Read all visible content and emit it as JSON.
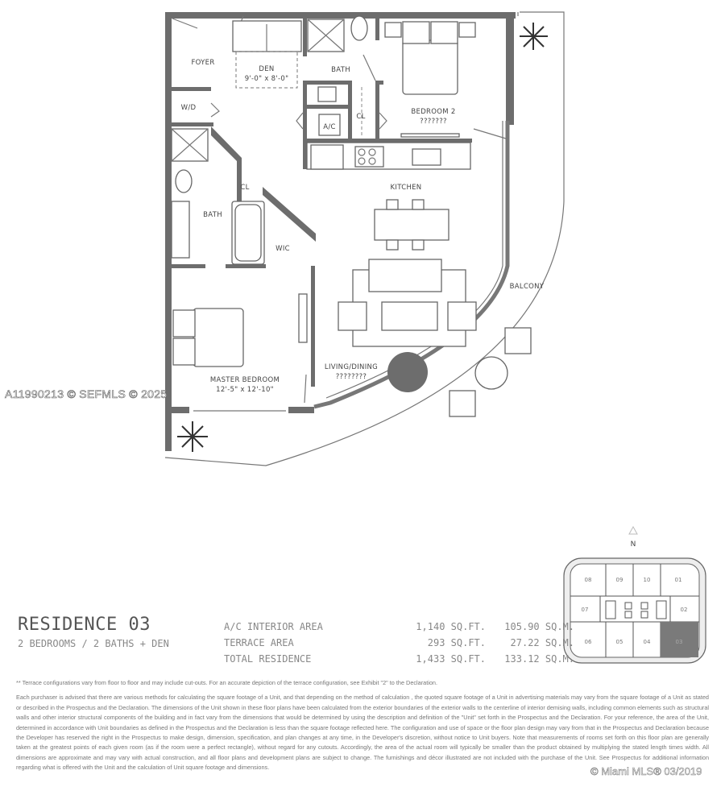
{
  "rooms": {
    "foyer": "FOYER",
    "den": "DEN",
    "den_dim": "9'-0\" x 8'-0\"",
    "bath_top": "BATH",
    "wd": "W/D",
    "ac": "A/C",
    "cl_top": "CL",
    "bedroom2": "BEDROOM 2",
    "bedroom2_dim": "???????",
    "cl_left": "CL",
    "kitchen": "KITCHEN",
    "bath_left": "BATH",
    "wic": "WIC",
    "balcony": "BALCONY",
    "master": "MASTER BEDROOM",
    "master_dim": "12'-5\" x 12'-10\"",
    "living": "LIVING/DINING",
    "living_dim": "????????"
  },
  "residence": {
    "title": "RESIDENCE 03",
    "subtitle": "2 BEDROOMS / 2 BATHS + DEN",
    "areas": [
      {
        "name": "A/C INTERIOR AREA",
        "sqft": "1,140 SQ.FT.",
        "sqm": "105.90 SQ.M."
      },
      {
        "name": "TERRACE AREA",
        "sqft": "293 SQ.FT.",
        "sqm": "27.22 SQ.M."
      },
      {
        "name": "TOTAL RESIDENCE",
        "sqft": "1,433 SQ.FT.",
        "sqm": "133.12 SQ.M."
      }
    ]
  },
  "keyplate": {
    "north": "N",
    "units": [
      "08",
      "09",
      "10",
      "01",
      "07",
      "02",
      "06",
      "05",
      "04",
      "03"
    ],
    "highlighted": "03",
    "highlight_color": "#7a7a7a"
  },
  "notes": {
    "terrace": "** Terrace configurations vary from floor to floor and may include cut-outs. For an accurate depiction of the terrace configuration, see Exhibit \"2\" to the Declaration.",
    "disclaimer": "Each purchaser is advised that there are various methods for calculating the square footage of a Unit, and that depending on the method of calculation , the quoted square footage of a Unit in advertising materials may vary from the square footage of a Unit as stated or described in the Prospectus and the Declaration. The dimensions of the Unit shown in these floor plans have been calculated from the exterior boundaries of the exterior walls to the centerline of interior demising walls, including common elements such as structural walls and other interior structural components of the building and in fact vary from the dimensions that would be determined by using the description and definition of the \"Unit\" set forth in the Prospectus and the Declaration. For your reference, the area of the Unit, determined in accordance with Unit boundaries as defined in the Prospectus and the Declaration is less than the square footage reflected here. The configuration and use of space or the floor plan design may vary from that in the Prospectus and Declaration because the Developer has reserved the right in the Prospectus to make design, dimension, specification, and plan changes at any time, in the Developer's discretion, without notice to Unit buyers. Note that measurements of rooms set forth on this floor plan are generally taken at the greatest points of each given room (as if the room were a perfect rectangle), without regard for any cutouts. Accordingly, the area of the actual room will typically be smaller than the product obtained by multiplying the stated length times width. All dimensions are approximate and may vary with actual construction, and all floor plans and development plans are subject to change. The furnishings and décor illustrated are not included with the purchase of the Unit. See Prospectus for additional information regarding what is offered with the Unit and the calculation of Unit square footage and dimensions."
  },
  "watermark": "A11990213 © SEFMLS © 2025",
  "copyright": "© Miami MLS® 03/2019"
}
